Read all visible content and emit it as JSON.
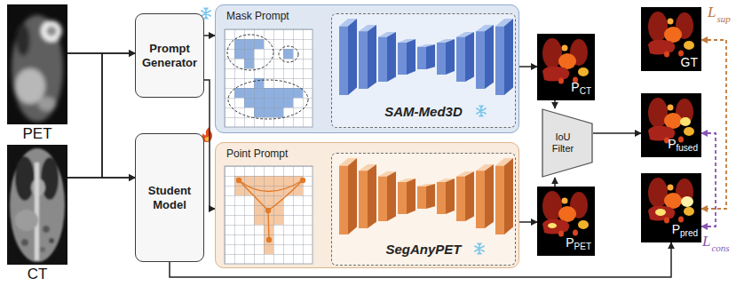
{
  "diagram": {
    "nodes": [
      {
        "text": [
          "PET"
        ]
      },
      {
        "text": [
          "CT"
        ]
      },
      {
        "text": [
          "Prompt Generator"
        ]
      },
      {
        "text": [
          "Student Model"
        ]
      },
      {
        "text": [
          "Mask Prompt"
        ]
      },
      {
        "text": [
          "SAM-Med3D"
        ],
        "in": 4
      },
      {
        "text": [
          "Point Prompt"
        ]
      },
      {
        "text": [
          "SegAnyPET"
        ],
        "in": 6
      },
      {
        "text": [
          "P",
          "CT"
        ]
      },
      {
        "text": [
          "IoU Filter"
        ]
      },
      {
        "text": [
          "P",
          "PET"
        ]
      },
      {
        "text": [
          "GT"
        ]
      },
      {
        "text": [
          "P",
          "fused"
        ]
      },
      {
        "text": [
          "P",
          "pred"
        ]
      }
    ],
    "edges": [
      {
        "from": 0,
        "to": 2,
        "arrow": "to"
      },
      {
        "from": 1,
        "to": 2,
        "arrow": "to"
      },
      {
        "from": 0,
        "to": 3,
        "arrow": "to"
      },
      {
        "from": 1,
        "to": 3,
        "arrow": "to"
      },
      {
        "from": 2,
        "to": 4,
        "arrow": "to"
      },
      {
        "from": 2,
        "to": 6,
        "arrow": "to"
      },
      {
        "from": 4,
        "to": 8,
        "arrow": "to"
      },
      {
        "from": 6,
        "to": 10,
        "arrow": "to"
      },
      {
        "from": 8,
        "to": 9,
        "arrow": "to"
      },
      {
        "from": 10,
        "to": 9,
        "arrow": "to"
      },
      {
        "from": 9,
        "to": 12,
        "arrow": "to"
      },
      {
        "from": 3,
        "to": 13,
        "arrow": "to"
      },
      {
        "from": 11,
        "to": 13,
        "arrow": "both"
      },
      {
        "from": 12,
        "to": 13,
        "arrow": "both"
      }
    ],
    "labels": [
      "L",
      "sup",
      "L",
      "cons"
    ]
  }
}
